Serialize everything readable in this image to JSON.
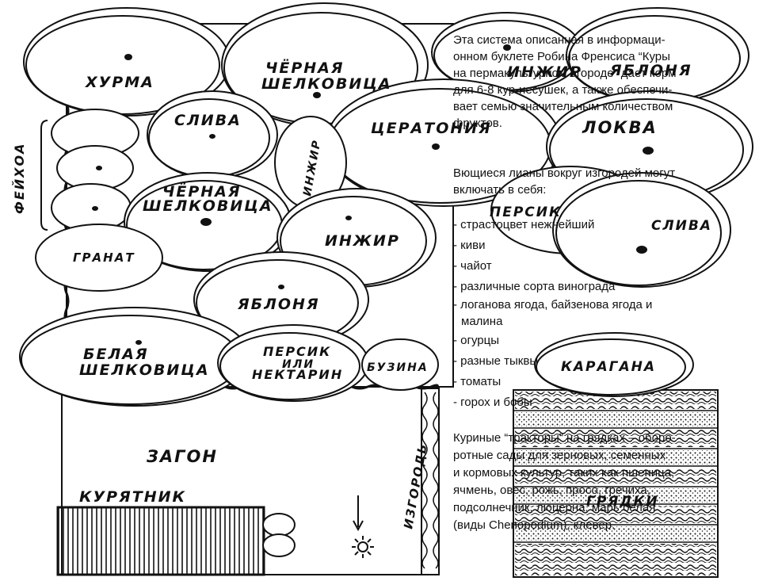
{
  "labels": {
    "persimmon": "ХУРМА",
    "black_mulberry_top_1": "ЧЁРНАЯ",
    "black_mulberry_top_2": "ШЕЛКОВИЦА",
    "fig_top": "ИНЖИР",
    "apple_top": "ЯБЛОНЯ",
    "plum": "СЛИВА",
    "carob": "ЦЕРАТОНИЯ",
    "loquat": "ЛОКВА",
    "fig_small": "ИНЖИР",
    "feijoa": "ФЕЙХОА",
    "black_mulberry_mid_1": "ЧЁРНАЯ",
    "black_mulberry_mid_2": "ШЕЛКОВИЦА",
    "fig_mid": "ИНЖИР",
    "peach": "ПЕРСИК",
    "plum_right": "СЛИВА",
    "pomegranate": "ГРАНАТ",
    "apple_mid": "ЯБЛОНЯ",
    "white_mulberry_1": "БЕЛАЯ",
    "white_mulberry_2": "ШЕЛКОВИЦА",
    "peach_nectarine_1": "ПЕРСИК",
    "peach_nectarine_2": "ИЛИ",
    "peach_nectarine_3": "НЕКТАРИН",
    "elder": "БУЗИНА",
    "caragana": "КАРАГАНА",
    "pen": "ЗАГОН",
    "coop": "КУРЯТНИК",
    "hedge": "ИЗГОРОДЬ",
    "beds": "ГРЯДКИ"
  },
  "info": {
    "p1_lines": [
      "Эта система описанная в информаци-",
      "онном буклете Робина Френсиса “Куры",
      "на пермакультурном огороде” дает корм",
      "для 6-8 кур-несушек, а также обеспечи-",
      "вает семью значительным количеством",
      "фруктов."
    ],
    "p2_lines": [
      "Вющиеся лианы вокруг изгородей могут",
      "включать в себя:"
    ],
    "vines": [
      "- страстоцвет нежнейший",
      "- киви",
      "- чайот",
      "- различные сорта винограда",
      "- логанова ягода, байзенова ягода и",
      "малина",
      "- огурцы",
      "- разные тыквы",
      "- томаты",
      "- горох и бобы"
    ],
    "p3_lines": [
      "Куриные “тракторы” на грядках – оборо-",
      "ротные сады для зерновых, семенных",
      "и кормовых культур, таких как пшеница,",
      "ячмень, овес, рожь, просо, гречиха,",
      "подсолнечник, люцерна, марь белая",
      "(виды Chenopodium), клевер."
    ]
  }
}
